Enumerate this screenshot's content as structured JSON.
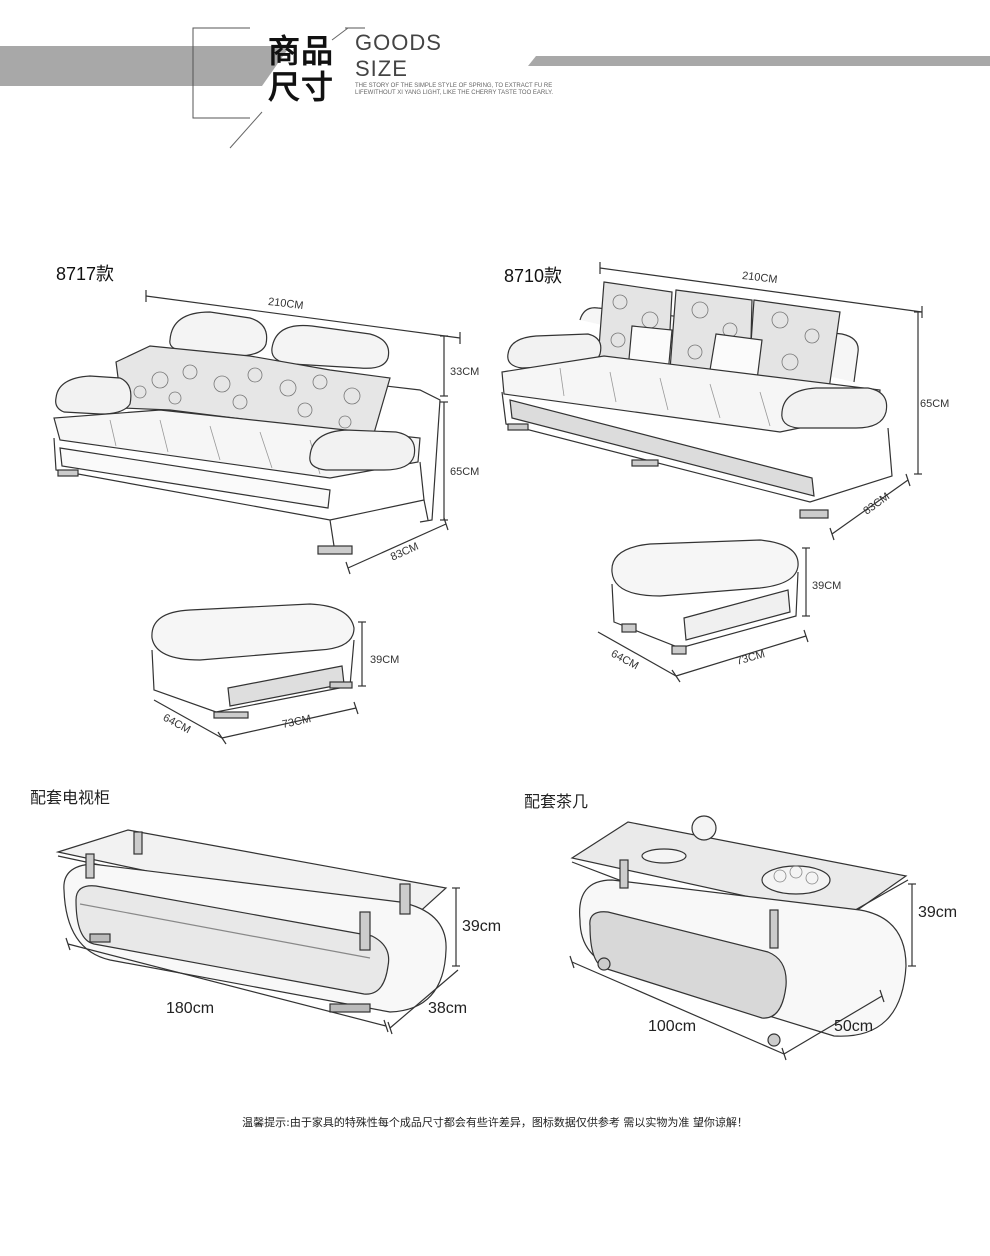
{
  "header": {
    "title_cn_line1": "商品",
    "title_cn_line2": "尺寸",
    "title_en_line1": "GOODS",
    "title_en_line2": "SIZE",
    "tagline": "THE STORY OF THE SIMPLE STYLE OF SPRING, TO EXTRACT FU RE LIFEWITHOUT XI YANG LIGHT, LIKE THE CHERRY TASTE TOO EARLY."
  },
  "products": {
    "sofa_8717": {
      "model": "8717款",
      "width": "210CM",
      "headrest_height": "33CM",
      "height": "65CM",
      "depth": "83CM"
    },
    "sofa_8710": {
      "model": "8710款",
      "width": "210CM",
      "height": "65CM",
      "depth": "83CM"
    },
    "ottoman_8717": {
      "height": "39CM",
      "depth": "64CM",
      "width": "73CM"
    },
    "ottoman_8710": {
      "height": "39CM",
      "depth": "64CM",
      "width": "73CM"
    },
    "tv_cabinet": {
      "label": "配套电视柜",
      "height": "39cm",
      "width": "180cm",
      "depth": "38cm"
    },
    "coffee_table": {
      "label": "配套茶几",
      "height": "39cm",
      "width": "100cm",
      "depth": "50cm"
    }
  },
  "footer": {
    "notice": "温馨提示:由于家具的特殊性每个成品尺寸都会有些许差异，图标数据仅供参考 需以实物为准 望你谅解！"
  }
}
